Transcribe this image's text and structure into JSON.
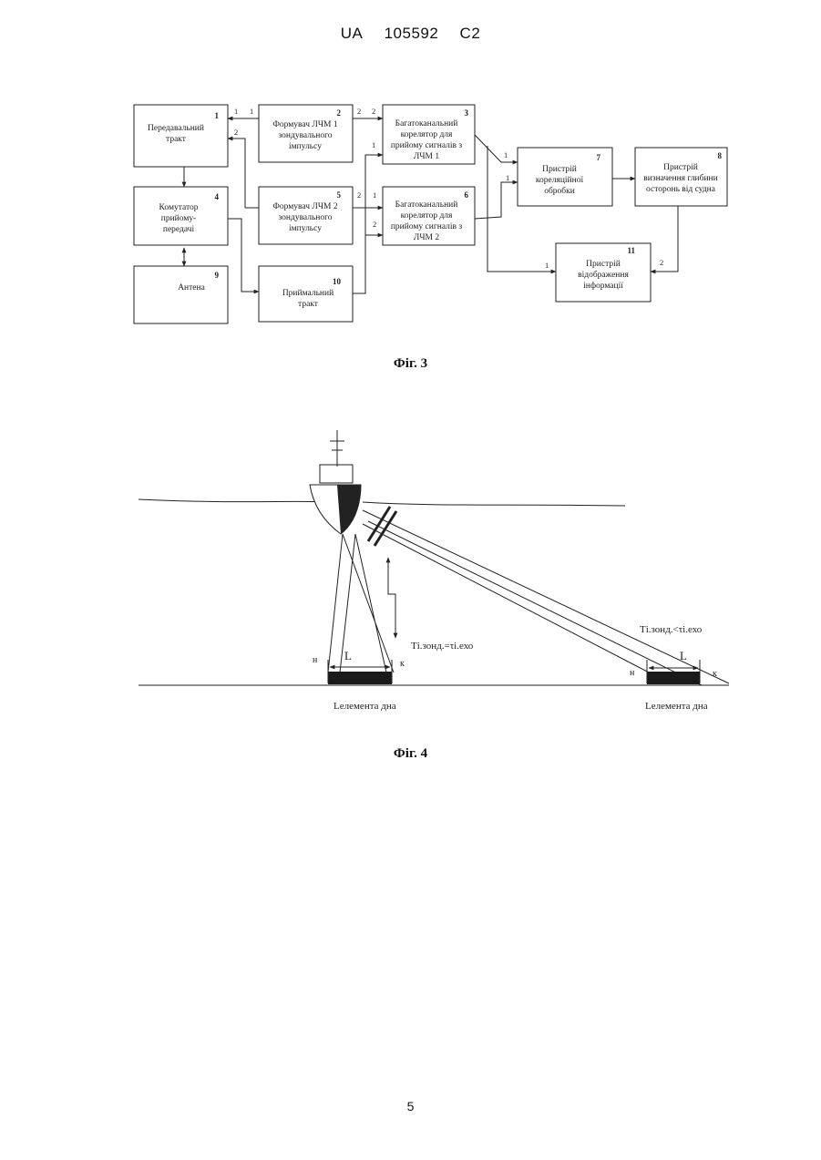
{
  "header": {
    "country": "UA",
    "number": "105592",
    "kind": "C2"
  },
  "fig3": {
    "caption": "Фіг. 3",
    "blocks": [
      {
        "num": "1",
        "lines": [
          "Передавальний",
          "тракт"
        ]
      },
      {
        "num": "2",
        "lines": [
          "Формувач ЛЧМ 1",
          "зондувального",
          "імпульсу"
        ]
      },
      {
        "num": "3",
        "lines": [
          "Багатоканальний",
          "корелятор для",
          "прийому сигналів з",
          "ЛЧМ  1"
        ]
      },
      {
        "num": "4",
        "lines": [
          "Комутатор",
          "прийому-",
          "передачі"
        ]
      },
      {
        "num": "5",
        "lines": [
          "Формувач ЛЧМ 2",
          "зондувального",
          "імпульсу"
        ]
      },
      {
        "num": "6",
        "lines": [
          "Багатоканальний",
          "корелятор для",
          "прийому сигналів з",
          "ЛЧМ  2"
        ]
      },
      {
        "num": "7",
        "lines": [
          "Пристрій",
          "кореляційної",
          "обробки"
        ]
      },
      {
        "num": "8",
        "lines": [
          "Пристрій",
          "визначення глибини",
          "осторонь від судна"
        ]
      },
      {
        "num": "9",
        "lines": [
          "Антена"
        ]
      },
      {
        "num": "10",
        "lines": [
          "Приймальний",
          "тракт"
        ]
      },
      {
        "num": "11",
        "lines": [
          "Пристрій",
          "відображення",
          "інформації"
        ]
      }
    ],
    "port_labels": [
      "1",
      "1",
      "2",
      "2",
      "2",
      "1",
      "2",
      "1",
      "2",
      "1",
      "1",
      "2",
      "1",
      "2"
    ]
  },
  "fig4": {
    "caption": "Фіг. 4",
    "left": {
      "width_label": "L",
      "start_label": "н",
      "end_label": "к",
      "condition": "Tі.зонд.=τі.ехо",
      "element_label": "Lелемента дна"
    },
    "right": {
      "width_label": "L",
      "start_label": "н",
      "end_label": "к",
      "condition": "Tі.зонд.<τі.ехо",
      "element_label": "Lелемента дна"
    }
  },
  "page_number": "5"
}
